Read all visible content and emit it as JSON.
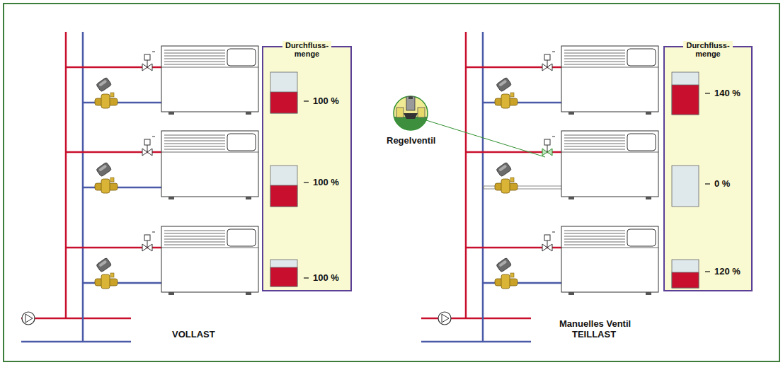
{
  "diagram": {
    "nodes": [
      {
        "text": [
          "Durchfluss- menge"
        ]
      },
      {
        "text": [
          "Durchfluss- menge"
        ]
      }
    ],
    "labels": [
      "100 %",
      "100 %",
      "100 %",
      "VOLLAST",
      "Regelventil",
      "140 %",
      "0 %",
      "120 %",
      "Manuelles Ventil",
      "TEILLAST"
    ]
  }
}
